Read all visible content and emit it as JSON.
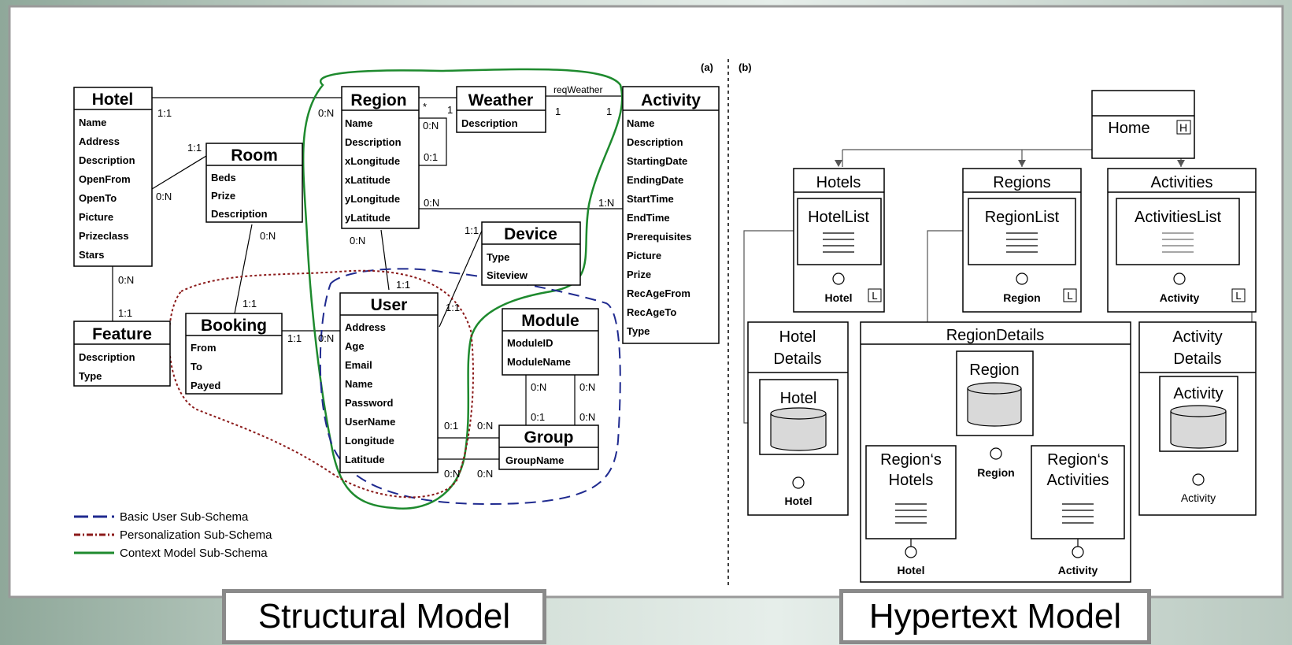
{
  "labels": {
    "a": "(a)",
    "b": "(b)"
  },
  "entities": {
    "hotel": {
      "title": "Hotel",
      "attrs": [
        "Name",
        "Address",
        "Description",
        "OpenFrom",
        "OpenTo",
        "Picture",
        "Prizeclass",
        "Stars"
      ]
    },
    "room": {
      "title": "Room",
      "attrs": [
        "Beds",
        "Prize",
        "Description"
      ]
    },
    "region": {
      "title": "Region",
      "attrs": [
        "Name",
        "Description",
        "xLongitude",
        "xLatitude",
        "yLongitude",
        "yLatitude"
      ]
    },
    "weather": {
      "title": "Weather",
      "attrs": [
        "Description"
      ]
    },
    "activity": {
      "title": "Activity",
      "attrs": [
        "Name",
        "Description",
        "StartingDate",
        "EndingDate",
        "StartTime",
        "EndTime",
        "Prerequisites",
        "Picture",
        "Prize",
        "RecAgeFrom",
        "RecAgeTo",
        "Type"
      ]
    },
    "device": {
      "title": "Device",
      "attrs": [
        "Type",
        "Siteview"
      ]
    },
    "feature": {
      "title": "Feature",
      "attrs": [
        "Description",
        "Type"
      ]
    },
    "booking": {
      "title": "Booking",
      "attrs": [
        "From",
        "To",
        "Payed"
      ]
    },
    "user": {
      "title": "User",
      "attrs": [
        "Address",
        "Age",
        "Email",
        "Name",
        "Password",
        "UserName",
        "Longitude",
        "Latitude"
      ]
    },
    "module": {
      "title": "Module",
      "attrs": [
        "ModuleID",
        "ModuleName"
      ]
    },
    "group": {
      "title": "Group",
      "attrs": [
        "GroupName"
      ]
    }
  },
  "cardinalities": {
    "c1": "1:1",
    "c2": "0:N",
    "c3": "1:1",
    "c4": "0:N",
    "c5": "*",
    "c6": "1",
    "c7": "0:N",
    "c8": "0:1",
    "c9": "reqWeather",
    "c10": "1",
    "c11": "1",
    "c12": "0:N",
    "c13": "1:N",
    "c14": "0:N",
    "c15": "1:1",
    "c16": "0:N",
    "c17": "0:N",
    "c18": "1:1",
    "c19": "1:1",
    "c20": "1:1",
    "c21": "0:N",
    "c22": "1:1",
    "c23": "0:N",
    "c24": "0:N",
    "c25": "0:1",
    "c26": "0:N",
    "c27": "0:1",
    "c28": "0:N",
    "c29": "0:N",
    "c30": "0:N"
  },
  "legend": [
    {
      "text": "Basic User Sub-Schema",
      "color": "#1f2a8f"
    },
    {
      "text": "Personalization Sub-Schema",
      "color": "#8b1a1a"
    },
    {
      "text": "Context Model Sub-Schema",
      "color": "#1e8a2e"
    }
  ],
  "hypertext": {
    "home": {
      "title": "Home",
      "badge": "H"
    },
    "hotels": {
      "title": "Hotels",
      "unit": "HotelList",
      "param": "Hotel",
      "badge": "L"
    },
    "regions": {
      "title": "Regions",
      "unit": "RegionList",
      "param": "Region",
      "badge": "L"
    },
    "activities": {
      "title": "Activities",
      "unit": "ActivitiesList",
      "param": "Activity",
      "badge": "L"
    },
    "hotel_details": {
      "title_1": "Hotel",
      "title_2": "Details",
      "unit": "Hotel",
      "param": "Hotel"
    },
    "region_details": {
      "title": "RegionDetails",
      "unit": "Region",
      "param": "Region",
      "hotels_1": "Region‘s",
      "hotels_2": "Hotels",
      "hotels_param": "Hotel",
      "acts_1": "Region‘s",
      "acts_2": "Activities",
      "acts_param": "Activity"
    },
    "activity_details": {
      "title_1": "Activity",
      "title_2": "Details",
      "unit": "Activity",
      "param": "Activity"
    }
  },
  "captions": {
    "structural": "Structural Model",
    "hypertext": "Hypertext Model"
  },
  "colors": {
    "basic_user": "#1f2a8f",
    "personalization": "#8b1a1a",
    "context": "#1e8a2e"
  }
}
